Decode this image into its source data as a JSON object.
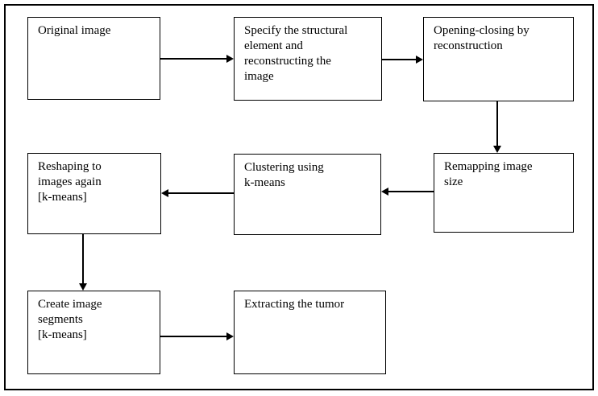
{
  "diagram": {
    "type": "flowchart",
    "title": "Tumor extraction image-processing pipeline",
    "colors": {
      "background": "#ffffff",
      "line": "#000000",
      "text": "#000000"
    },
    "nodes": {
      "original": {
        "label": "Original image"
      },
      "specify": {
        "label": "Specify the structural\nelement and\nreconstructing the\nimage"
      },
      "opening": {
        "label": "Opening-closing by\nreconstruction"
      },
      "remapping": {
        "label": "Remapping image\nsize"
      },
      "clustering": {
        "label": "Clustering using\nk-means"
      },
      "reshaping": {
        "label": "Reshaping to\nimages again\n[k-means]"
      },
      "create": {
        "label": "Create image\nsegments\n[k-means]"
      },
      "extracting": {
        "label": "Extracting the tumor"
      }
    },
    "edges": [
      {
        "from": "original",
        "to": "specify",
        "direction": "right"
      },
      {
        "from": "specify",
        "to": "opening",
        "direction": "right"
      },
      {
        "from": "opening",
        "to": "remapping",
        "direction": "down"
      },
      {
        "from": "remapping",
        "to": "clustering",
        "direction": "left"
      },
      {
        "from": "clustering",
        "to": "reshaping",
        "direction": "left"
      },
      {
        "from": "reshaping",
        "to": "create",
        "direction": "down"
      },
      {
        "from": "create",
        "to": "extracting",
        "direction": "right"
      }
    ]
  }
}
